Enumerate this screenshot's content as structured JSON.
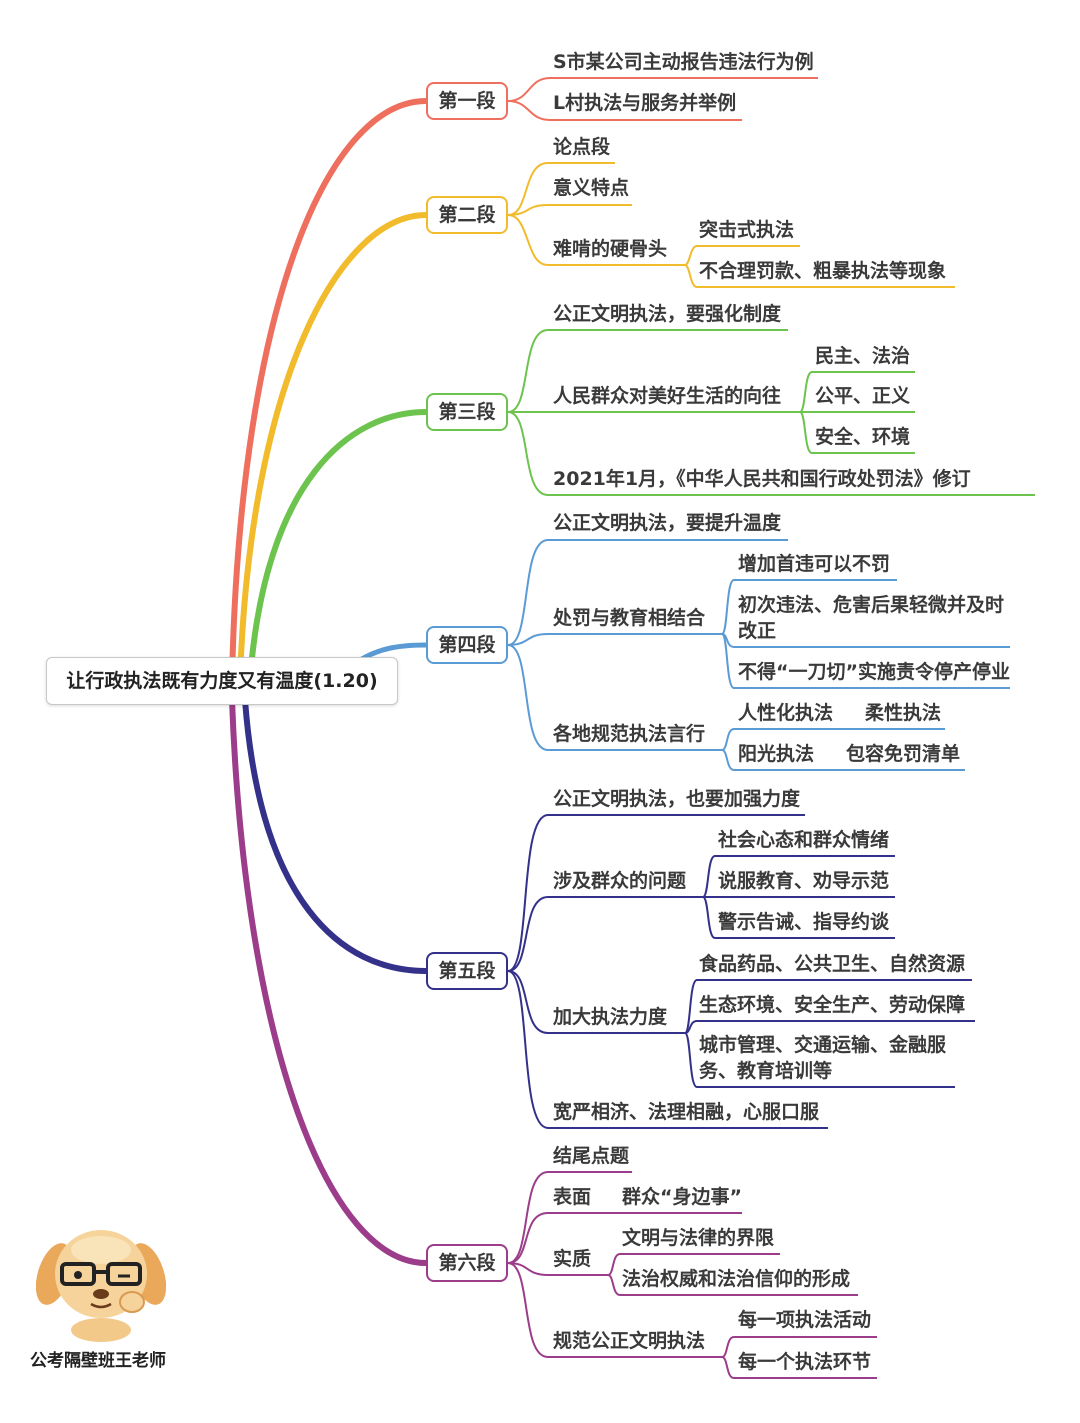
{
  "root": "让行政执法既有力度又有温度(1.20)",
  "colors": {
    "s1": "#ef6f5e",
    "s2": "#f2bb2c",
    "s3": "#6cc34d",
    "s4": "#5b9bd5",
    "s5": "#34318a",
    "s6": "#9b3d8a"
  },
  "sections": [
    {
      "label": "第一段",
      "items": [
        "S市某公司主动报告违法行为例",
        "L村执法与服务并举例"
      ]
    },
    {
      "label": "第二段",
      "items": [
        "论点段",
        "意义特点",
        "难啃的硬骨头"
      ],
      "sub": [
        "突击式执法",
        "不合理罚款、粗暴执法等现象"
      ]
    },
    {
      "label": "第三段",
      "items": [
        "公正文明执法，要强化制度",
        "人民群众对美好生活的向往",
        "2021年1月，《中华人民共和国行政处罚法》修订"
      ],
      "sub": [
        "民主、法治",
        "公平、正义",
        "安全、环境"
      ]
    },
    {
      "label": "第四段",
      "items": [
        "公正文明执法，要提升温度",
        "处罚与教育相结合",
        "各地规范执法言行"
      ],
      "sub_a": [
        "增加首违可以不罚",
        "初次违法、危害后果轻微并及时改正",
        "不得“一刀切”实施责令停产停业"
      ],
      "sub_b": [
        "人性化执法",
        "柔性执法",
        "阳光执法",
        "包容免罚清单"
      ]
    },
    {
      "label": "第五段",
      "items": [
        "公正文明执法，也要加强力度",
        "涉及群众的问题",
        "加大执法力度",
        "宽严相济、法理相融，心服口服"
      ],
      "sub_a": [
        "社会心态和群众情绪",
        "说服教育、劝导示范",
        "警示告诫、指导约谈"
      ],
      "sub_b": [
        "食品药品、公共卫生、自然资源",
        "生态环境、安全生产、劳动保障",
        "城市管理、交通运输、金融服务、教育培训等"
      ]
    },
    {
      "label": "第六段",
      "items": [
        "结尾点题",
        "表面",
        "实质",
        "规范公正文明执法"
      ],
      "sub_surface": "群众“身边事”",
      "sub_a": [
        "文明与法律的界限",
        "法治权威和法治信仰的形成"
      ],
      "sub_b": [
        "每一项执法活动",
        "每一个执法环节"
      ]
    }
  ],
  "signature": "公考隔壁班王老师"
}
